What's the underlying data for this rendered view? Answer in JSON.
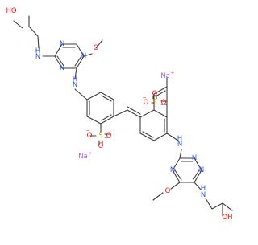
{
  "colors": {
    "N": "#3050f8",
    "O": "#ff0d0d",
    "S": "#b8a000",
    "Na": "#ab5cf2",
    "bond": "#3c3c3c"
  },
  "atom_labels": {
    "oh_top": "HO",
    "nh_top_chain": "H",
    "n_top_chain": "N",
    "ring1_n1": "N",
    "ring1_n2": "N",
    "ring1_n3": "N",
    "ome_top": "O",
    "nh_left": "H",
    "n_left": "N",
    "na_right": "Na",
    "na_right_charge": "+",
    "s_right": "S",
    "o_right_1": "O",
    "o_right_2": "O",
    "o_right_3": "O",
    "o_right_3_charge": "−",
    "s_left": "S",
    "o_left_1": "O",
    "o_left_2": "O",
    "o_left_3": "O",
    "o_left_3_charge": "−",
    "na_left": "Na",
    "na_left_charge": "+",
    "nh_right": "H",
    "n_right": "N",
    "ring2_n1": "N",
    "ring2_n2": "N",
    "ring2_n3": "N",
    "ome_bottom": "O",
    "nh_bottom_chain": "H",
    "n_bottom_chain": "N",
    "oh_bottom": "OH"
  }
}
